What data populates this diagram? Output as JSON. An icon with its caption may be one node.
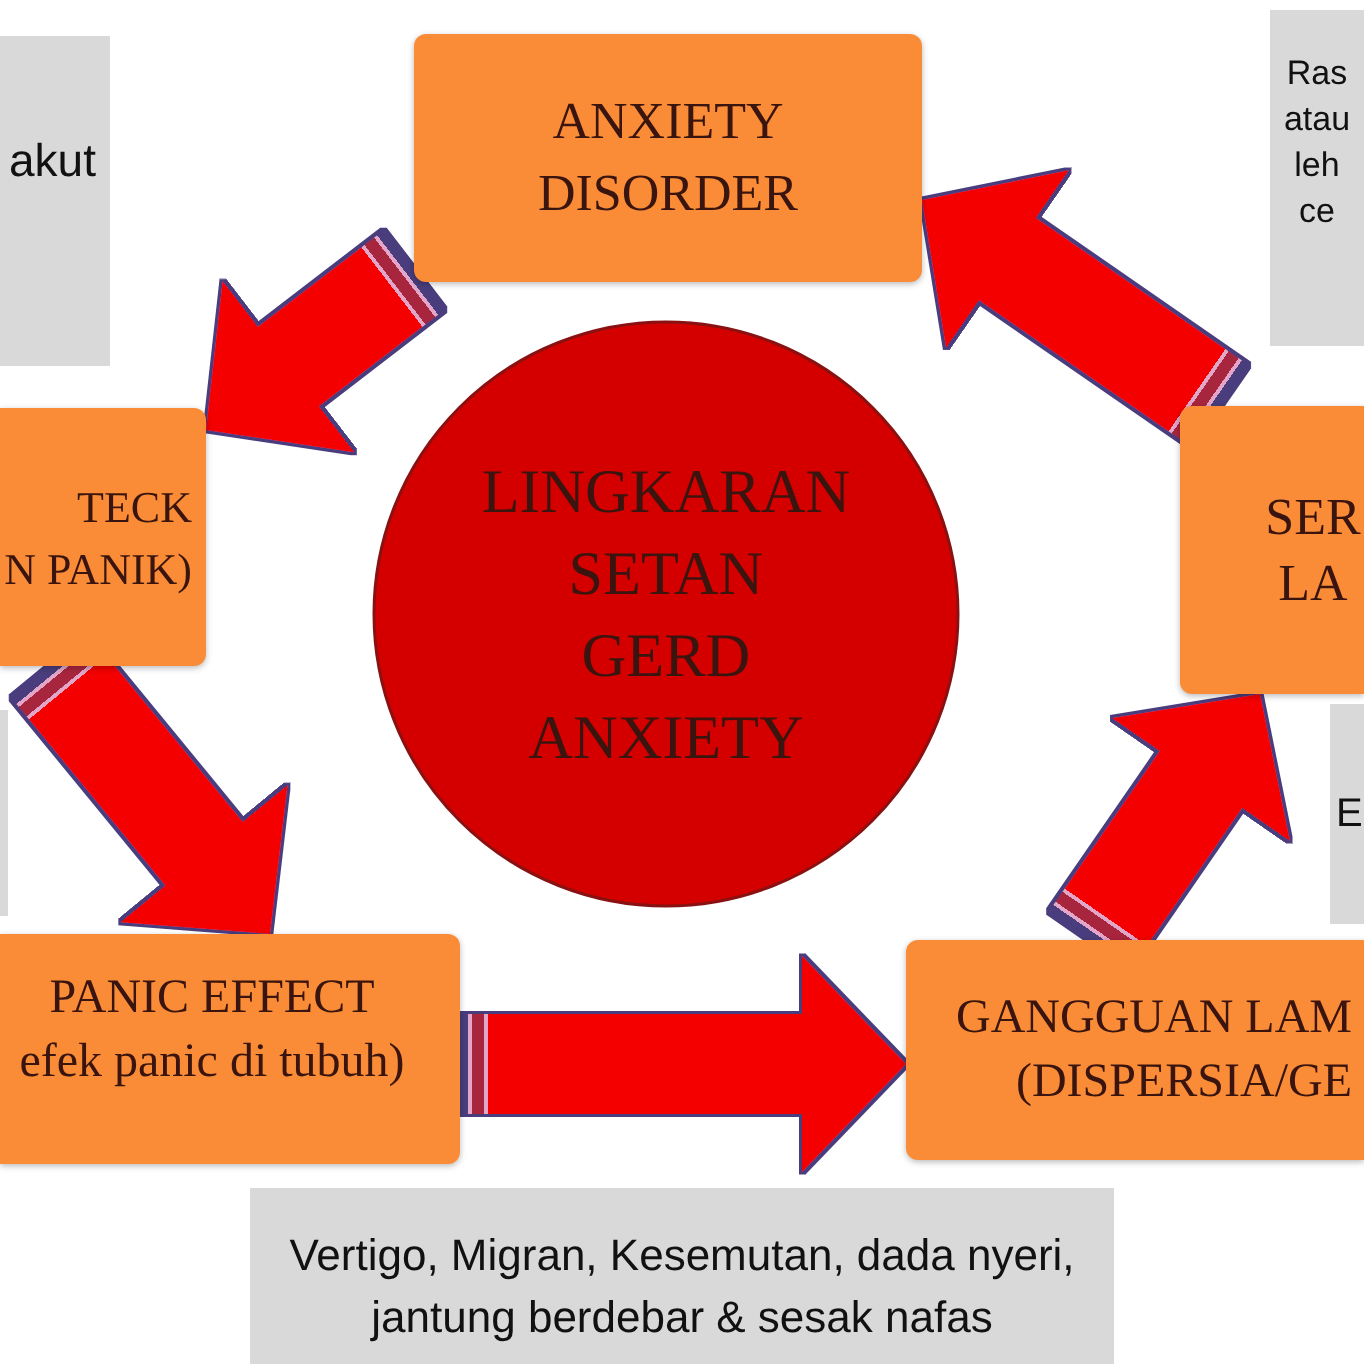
{
  "diagram": {
    "nodes": [
      {
        "text": [
          "akut"
        ]
      },
      {
        "text": [
          "ANXIETY DISORDER"
        ]
      },
      {
        "text": [
          "Ras atau leh ce"
        ]
      },
      {
        "text": [
          "TECK",
          "N PANIK)"
        ]
      },
      {
        "text": [
          "LINGKARAN SETAN GERD ANXIETY"
        ]
      },
      {
        "text": [
          "SER LA"
        ]
      },
      {
        "text": [],
        "shape": "box"
      },
      {
        "text": [
          "E"
        ]
      },
      {
        "text": [
          "PANIC EFFECT",
          "efek panic di tubuh)"
        ]
      },
      {
        "text": [
          "GANGGUAN LAM (DISPERSIA/GE"
        ]
      },
      {
        "text": [
          "Vertigo, Migran, Kesemutan, dada nyeri, jantung berdebar & sesak nafas"
        ]
      }
    ],
    "edges": [
      {
        "from": 1,
        "to": 3,
        "arrow": "to"
      },
      {
        "from": 3,
        "to": 8,
        "arrow": "to"
      },
      {
        "from": 8,
        "to": 9,
        "arrow": "to"
      },
      {
        "from": 9,
        "to": 5,
        "arrow": "to"
      },
      {
        "from": 5,
        "to": 1,
        "arrow": "to"
      }
    ]
  }
}
